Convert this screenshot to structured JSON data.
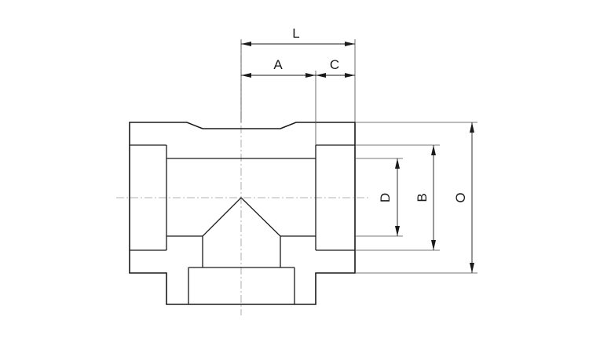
{
  "drawing": {
    "dimensions": {
      "length": "L",
      "run": "A",
      "thread": "C",
      "inner_diameter": "D",
      "bore": "B",
      "outer_diameter": "O"
    }
  }
}
